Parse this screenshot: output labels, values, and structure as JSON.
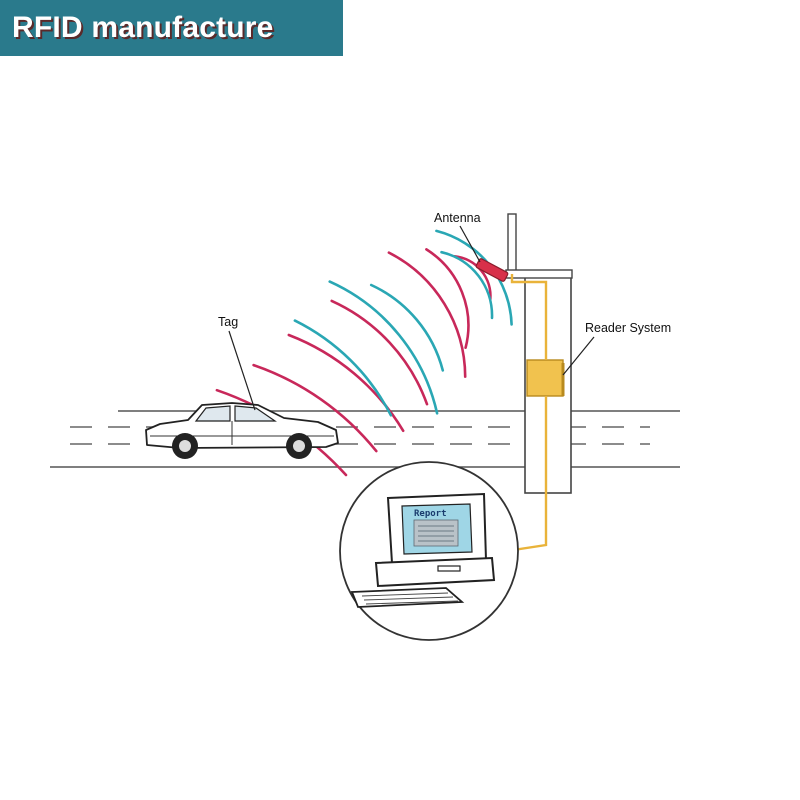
{
  "banner": {
    "text": "RFID manufacture"
  },
  "labels": {
    "antenna": "Antenna",
    "tag": "Tag",
    "reader": "Reader System",
    "report": "Report"
  },
  "colors": {
    "banner_bg": "#2a7a8c",
    "wave_red": "#c8285a",
    "wave_teal": "#2aa7b4",
    "cable": "#e9b33a",
    "reader_box": "#f1c24e",
    "screen": "#9fd6e6"
  }
}
